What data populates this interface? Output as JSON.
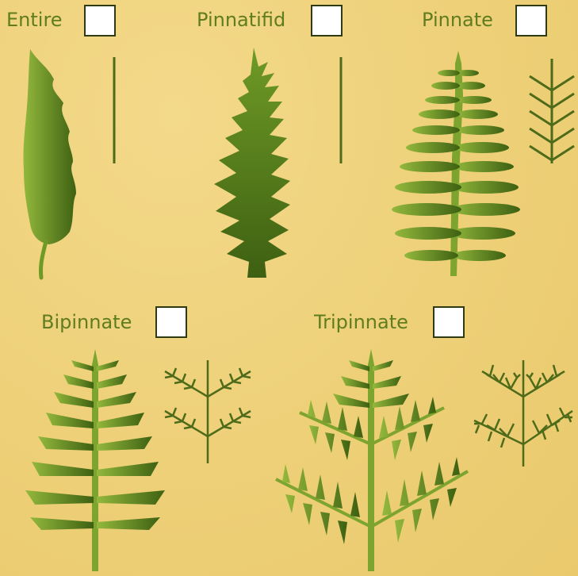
{
  "labels": {
    "entire": "Entire",
    "pinnatifid": "Pinnatifid",
    "pinnate": "Pinnate",
    "bipinnate": "Bipinnate",
    "tripinnate": "Tripinnate"
  },
  "colors": {
    "background": "#efd27c",
    "label": "#5f7d1e",
    "schematic": "#4e6b1a",
    "leaf_light": "#8fb33a",
    "leaf_dark": "#3f6212"
  }
}
